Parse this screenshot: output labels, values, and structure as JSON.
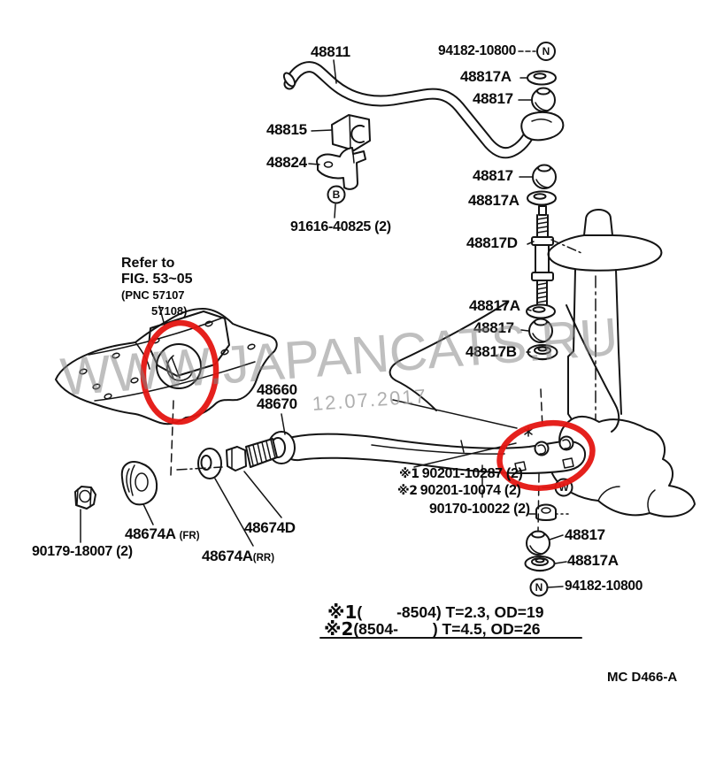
{
  "watermark": {
    "site": "WWW.JAPANCATS.RU",
    "date": "12.07.2017"
  },
  "diagram_code": "MC D466-A",
  "colors": {
    "line": "#141414",
    "highlight": "#e41511",
    "watermark": "#848484"
  },
  "badges": {
    "top": "N",
    "bracket": "B",
    "washer": "W",
    "bottom": "N"
  },
  "reference_note": {
    "line1": "Refer to",
    "line2": "FIG. 53~05",
    "line3": "(PNC 57107",
    "line4": "57108)"
  },
  "labels": [
    {
      "part": "48811"
    },
    {
      "part": "94182-10800"
    },
    {
      "part": "48817A"
    },
    {
      "part": "48817"
    },
    {
      "part": "48815"
    },
    {
      "part": "48824"
    },
    {
      "part": "91616-40825 (2)"
    },
    {
      "part": "48817"
    },
    {
      "part": "48817A"
    },
    {
      "part": "48817D"
    },
    {
      "part": "48817A"
    },
    {
      "part": "48817"
    },
    {
      "part": "48817B"
    },
    {
      "part": "48660"
    },
    {
      "part": "48670"
    },
    {
      "marker": "※1",
      "part": "90201-10287 (2)"
    },
    {
      "marker": "※2",
      "part": "90201-10074 (2)"
    },
    {
      "part": "90170-10022 (2)"
    },
    {
      "part": "48817"
    },
    {
      "part": "48817A"
    },
    {
      "part": "94182-10800"
    },
    {
      "part": "90179-18007 (2)"
    },
    {
      "part": "48674A",
      "qualifier": "(FR)"
    },
    {
      "part": "48674A",
      "qualifier": "(RR)"
    },
    {
      "part": "48674D"
    }
  ],
  "footnotes": [
    {
      "marker": "※1",
      "text": "(        -8504) T=2.3, OD=19"
    },
    {
      "marker": "※2",
      "text": "(8504-        ) T=4.5, OD=26"
    }
  ]
}
